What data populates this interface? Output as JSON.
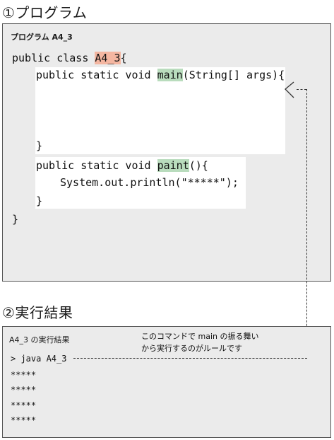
{
  "section1_title": "①プログラム",
  "section2_title": "②実行結果",
  "program": {
    "label": "プログラム A4_3",
    "line1_prefix": "public class ",
    "class_name": "A4_3",
    "line1_suffix": "{",
    "main_prefix": "public static void ",
    "main_name": "main",
    "main_suffix": "(String[] args){",
    "main_close": "}",
    "paint_prefix": "public static void ",
    "paint_name": "paint",
    "paint_suffix": "(){",
    "paint_body": "System.out.println(\"*****\");",
    "paint_close": "}",
    "class_close": "}"
  },
  "result": {
    "label": "A4_3 の実行結果",
    "note_line1": "このコマンドで main の振る舞い",
    "note_line2": "から実行するのがルールです",
    "command": "> java A4_3",
    "outputs": [
      "*****",
      "*****",
      "*****",
      "*****"
    ]
  }
}
